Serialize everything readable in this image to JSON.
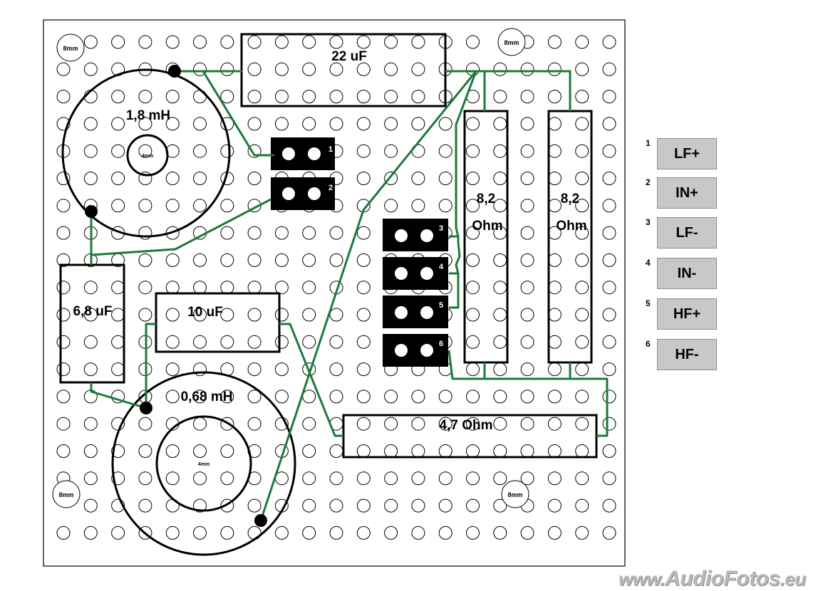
{
  "components": {
    "cap_22uf": "22 uF",
    "coil_1_8mh": "1,8 mH",
    "cap_6_8uf": "6,8 uF",
    "cap_10uf": "10 uF",
    "coil_0_68mh": "0,68 mH",
    "res_8_2_left": {
      "value": "8,2",
      "unit": "Ohm"
    },
    "res_8_2_right": {
      "value": "8,2",
      "unit": "Ohm"
    },
    "res_4_7": "4,7 Ohm"
  },
  "mounting_holes": {
    "label": "8mm"
  },
  "coil_cores": {
    "label": "4mm"
  },
  "terminals": [
    "1",
    "2",
    "3",
    "4",
    "5",
    "6"
  ],
  "legend": [
    {
      "num": "1",
      "label": "LF+"
    },
    {
      "num": "2",
      "label": "IN+"
    },
    {
      "num": "3",
      "label": "LF-"
    },
    {
      "num": "4",
      "label": "IN-"
    },
    {
      "num": "5",
      "label": "HF+"
    },
    {
      "num": "6",
      "label": "HF-"
    }
  ],
  "watermark": {
    "prefix": "www.",
    "brand1": "Audio",
    "brand2": "Fotos",
    "suffix": ".eu"
  },
  "colors": {
    "trace": "#1a7a3a",
    "terminal": "#000000",
    "legend_box": "#c8c8c8"
  }
}
